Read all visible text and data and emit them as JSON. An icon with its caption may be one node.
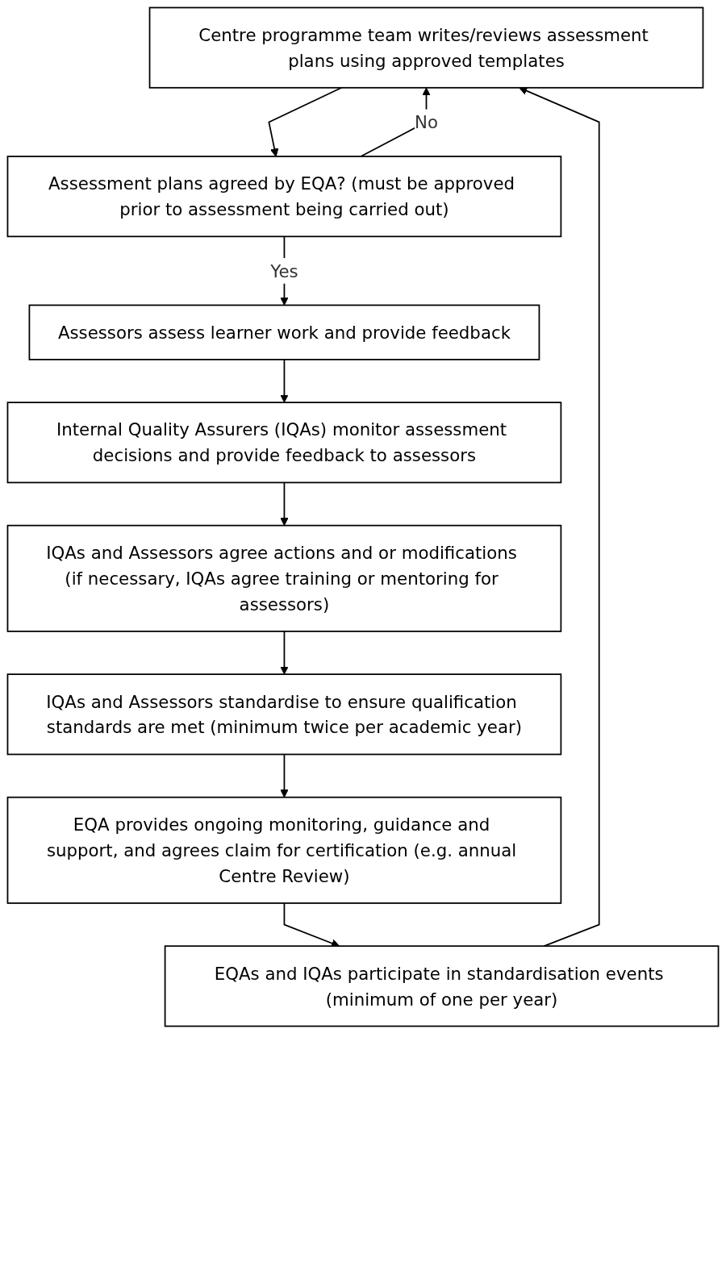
{
  "diagram": {
    "nodes": [
      {
        "text": [
          "Centre programme team writes/reviews assessment plans using approved templates"
        ]
      },
      {
        "text": [
          "Assessment plans agreed by EQA? (must be approved prior to assessment being carried out)"
        ]
      },
      {
        "text": [
          "Assessors assess learner work and provide feedback"
        ]
      },
      {
        "text": [
          "Internal Quality Assurers (IQAs) monitor assessment decisions and provide feedback to assessors"
        ]
      },
      {
        "text": [
          "IQAs and Assessors agree actions and or modifications (if necessary, IQAs agree training or mentoring for assessors)"
        ]
      },
      {
        "text": [
          "IQAs and Assessors standardise to ensure qualification standards are met (minimum twice per academic year)"
        ]
      },
      {
        "text": [
          "EQA provides ongoing monitoring, guidance and support, and agrees claim for certification (e.g. annual Centre Review)"
        ]
      },
      {
        "text": [
          "EQAs and IQAs participate in standardisation events (minimum of one per year)"
        ]
      }
    ],
    "edges": [
      {
        "from": 0,
        "to": 1,
        "arrow": "to"
      },
      {
        "from": 1,
        "to": 0,
        "arrow": "to",
        "label": "No"
      },
      {
        "from": 1,
        "to": 2,
        "arrow": "to",
        "label": "Yes"
      },
      {
        "from": 2,
        "to": 3,
        "arrow": "to"
      },
      {
        "from": 3,
        "to": 4,
        "arrow": "to"
      },
      {
        "from": 4,
        "to": 5,
        "arrow": "to"
      },
      {
        "from": 5,
        "to": 6,
        "arrow": "to"
      },
      {
        "from": 6,
        "to": 7,
        "arrow": "to"
      },
      {
        "from": 7,
        "to": 0,
        "arrow": "to"
      }
    ]
  }
}
